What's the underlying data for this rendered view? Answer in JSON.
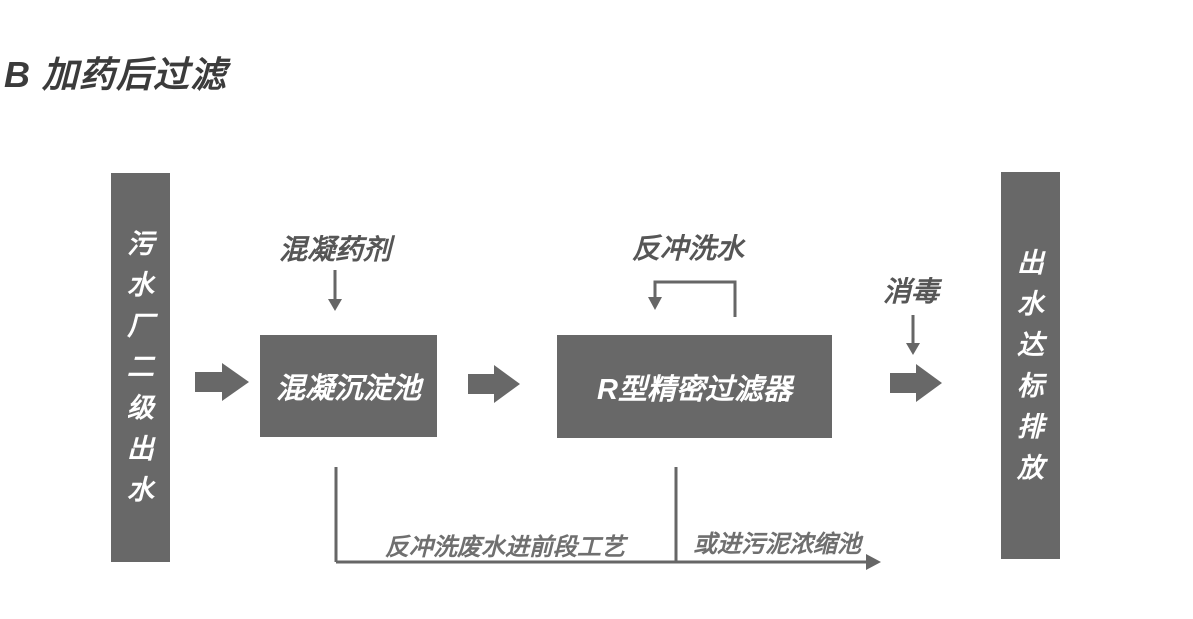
{
  "title": "B 加药后过滤",
  "colors": {
    "shape_gray": "#686868",
    "line_gray": "#666666",
    "title_color": "#3b3b3b",
    "annotation_color": "#565656",
    "flow_label_color": "#6f6f6f",
    "box_text_color": "#ffffff"
  },
  "source_bar": {
    "text": "污水厂二级出水"
  },
  "output_bar": {
    "text": "出水达标排放"
  },
  "process_boxes": {
    "coagulation_tank": "混凝沉淀池",
    "precision_filter": "R型精密过滤器"
  },
  "annotations": {
    "coagulant": "混凝药剂",
    "backwash_water": "反冲洗水",
    "disinfection": "消毒"
  },
  "bottom_flow": {
    "to_front_process": "反冲洗废水进前段工艺",
    "to_sludge_thickener": "或进污泥浓缩池"
  }
}
